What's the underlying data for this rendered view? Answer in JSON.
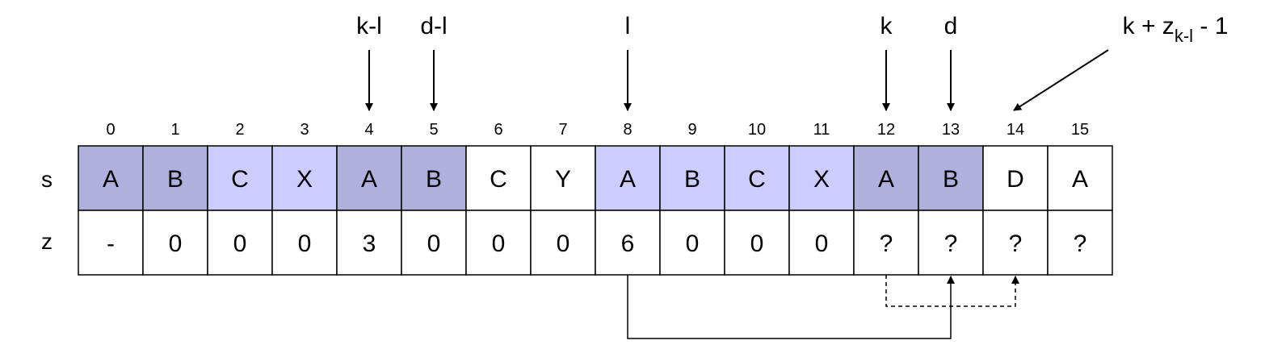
{
  "row_labels": {
    "s": "s",
    "z": "z"
  },
  "indices": [
    "0",
    "1",
    "2",
    "3",
    "4",
    "5",
    "6",
    "7",
    "8",
    "9",
    "10",
    "11",
    "12",
    "13",
    "14",
    "15"
  ],
  "s_row": [
    "A",
    "B",
    "C",
    "X",
    "A",
    "B",
    "C",
    "Y",
    "A",
    "B",
    "C",
    "X",
    "A",
    "B",
    "D",
    "A"
  ],
  "z_row": [
    "-",
    "0",
    "0",
    "0",
    "3",
    "0",
    "0",
    "0",
    "6",
    "0",
    "0",
    "0",
    "?",
    "?",
    "?",
    "?"
  ],
  "s_fill": [
    "dark",
    "dark",
    "light",
    "light",
    "dark",
    "dark",
    "none",
    "none",
    "light",
    "light",
    "light",
    "light",
    "dark",
    "dark",
    "none",
    "none"
  ],
  "colors": {
    "dark": "#b0b0dc",
    "light": "#ccccff",
    "none": "#ffffff",
    "line": "#000000"
  },
  "pointers": [
    {
      "label": "k-l",
      "index": 4
    },
    {
      "label": "d-l",
      "index": 5
    },
    {
      "label": "l",
      "index": 8
    },
    {
      "label": "k",
      "index": 12
    },
    {
      "label": "d",
      "index": 13
    }
  ],
  "formula": {
    "main": "k + z",
    "sub": "k-l",
    "tail": " - 1",
    "index": 14
  },
  "solid_arrow": {
    "from_index": 8,
    "to_index": 13
  },
  "dashed_arrow": {
    "from_index": 12,
    "to_index": 14
  }
}
